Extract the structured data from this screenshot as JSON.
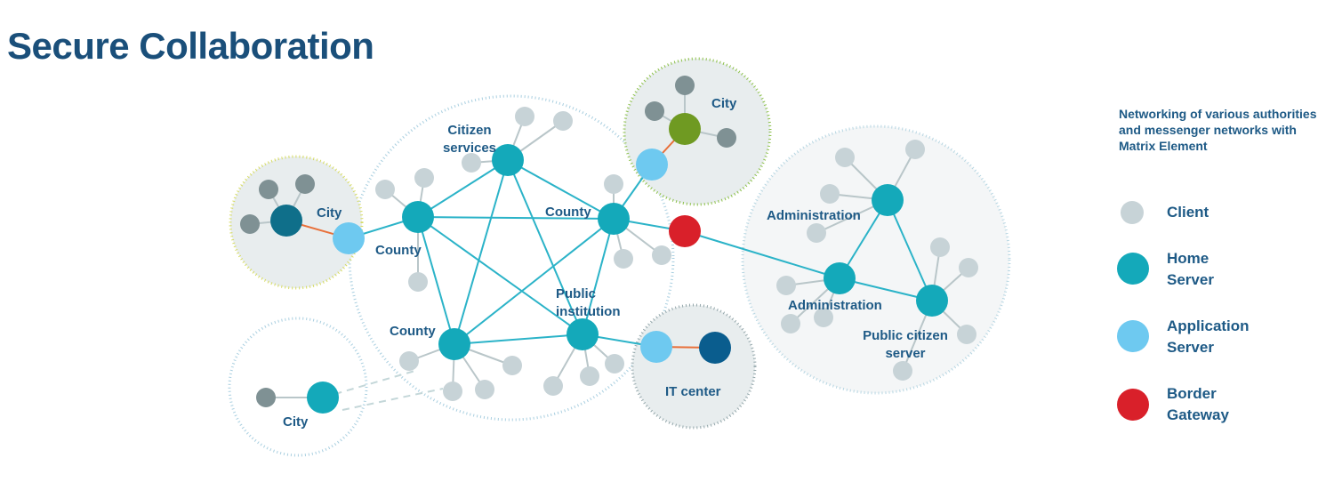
{
  "title": "Secure Collaboration",
  "legend": {
    "heading": "Networking of various authorities and messenger networks with Matrix Element",
    "items": [
      {
        "label": "Client",
        "color": "#c7d3d7"
      },
      {
        "label": "Home\nServer",
        "color": "#14a9ba"
      },
      {
        "label": "Application\nServer",
        "color": "#6ec9f0"
      },
      {
        "label": "Border\nGateway",
        "color": "#d9202a"
      }
    ]
  },
  "diagram": {
    "labels": {
      "city_left": "City",
      "city_top": "City",
      "city_bottom": "City",
      "citizen_services": "Citizen\nservices",
      "county_left": "County",
      "county_right": "County",
      "county_bottom": "County",
      "public_institution": "Public\ninstitution",
      "it_center": "IT center",
      "administration_top": "Administration",
      "administration_bottom": "Administration",
      "public_citizen_server": "Public citizen\nserver"
    },
    "colors": {
      "client": "#c7d3d7",
      "client_dark": "#7f9194",
      "home_server": "#14a9ba",
      "home_server_dark": "#0f6f8a",
      "app_server": "#6ec9f0",
      "border_gateway": "#d9202a",
      "city_green": "#6f9a22",
      "it_dark": "#0a5d8e",
      "link": "#2bb3c8",
      "client_link": "#b9c6c9",
      "bridge_link": "#e8703a"
    }
  }
}
